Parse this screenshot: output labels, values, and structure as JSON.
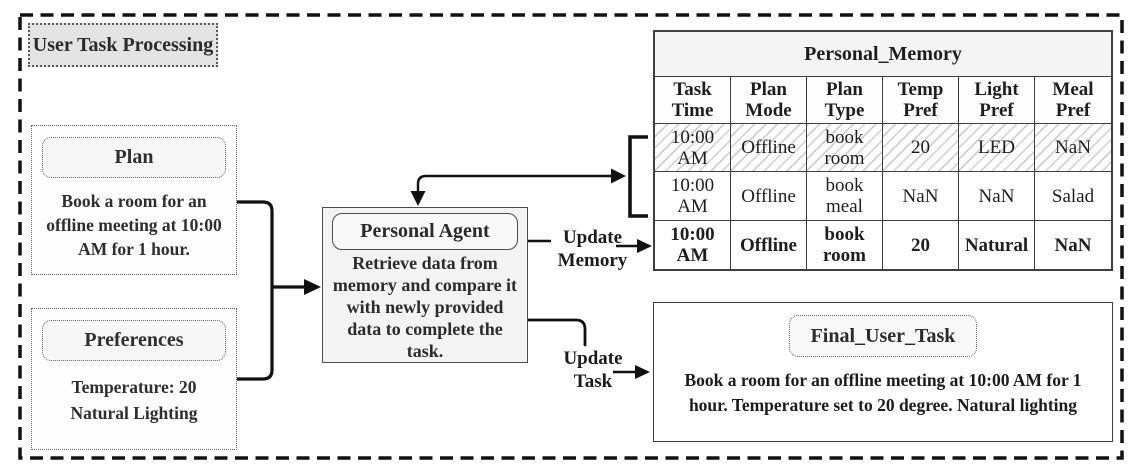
{
  "frame": {
    "title": "User Task Processing"
  },
  "plan_box": {
    "title": "Plan",
    "body_lines": [
      "Book a room for an",
      "offline meeting at 10:00",
      "AM for 1 hour."
    ]
  },
  "preferences_box": {
    "title": "Preferences",
    "body_lines": [
      "Temperature: 20",
      "Natural Lighting"
    ]
  },
  "agent_box": {
    "title": "Personal Agent",
    "body_lines": [
      "Retrieve data from",
      "memory and compare it",
      "with newly provided",
      "data to complete the",
      "task."
    ]
  },
  "arrow_labels": {
    "update_memory": [
      "Update",
      "Memory"
    ],
    "update_task": [
      "Update",
      "Task"
    ]
  },
  "memory_table": {
    "title": "Personal_Memory",
    "columns": [
      "Task\nTime",
      "Plan\nMode",
      "Plan\nType",
      "Temp\nPref",
      "Light\nPref",
      "Meal\nPref"
    ],
    "rows": [
      {
        "style": "hatched",
        "cells": [
          "10:00\nAM",
          "Offline",
          "book\nroom",
          "20",
          "LED",
          "NaN"
        ]
      },
      {
        "style": "normal",
        "cells": [
          "10:00\nAM",
          "Offline",
          "book\nmeal",
          "NaN",
          "NaN",
          "Salad"
        ]
      },
      {
        "style": "bold",
        "cells": [
          "10:00\nAM",
          "Offline",
          "book\nroom",
          "20",
          "Natural",
          "NaN"
        ]
      }
    ]
  },
  "final_task_box": {
    "title": "Final_User_Task",
    "body_lines": [
      "Book a room for an offline meeting at 10:00 AM for 1",
      "hour. Temperature set to 20 degree. Natural lighting"
    ]
  },
  "colors": {
    "line": "#111111",
    "frame_label_fill": "#e3e3e3",
    "agent_fill": "#f3f3f3",
    "table_title_fill": "#f4f4f4",
    "hatch_line": "#828282"
  }
}
